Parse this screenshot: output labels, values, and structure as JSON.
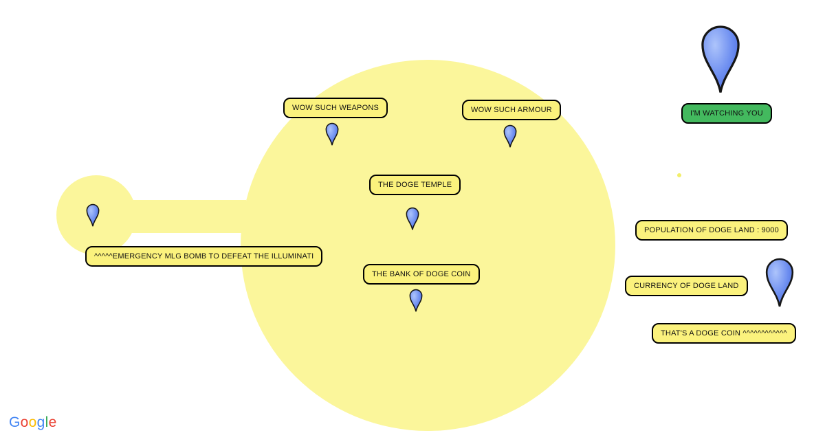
{
  "colors": {
    "shape_yellow": "#FBF69B",
    "label_yellow_bg": "#FBF27D",
    "label_green_bg": "#43B95E",
    "label_border": "#000000",
    "pin_blue": "#6C8DF0",
    "pin_blue_dark": "#3D5ED6",
    "pin_highlight": "#ADC4FB"
  },
  "map": {
    "labels": [
      {
        "text": "WOW SUCH WEAPONS"
      },
      {
        "text": "WOW SUCH ARMOUR"
      },
      {
        "text": "THE DOGE TEMPLE"
      },
      {
        "text": "THE BANK OF DOGE COIN"
      },
      {
        "text": "^^^^^EMERGENCY MLG BOMB TO DEFEAT THE ILLUMINATI"
      },
      {
        "text": "POPULATION OF DOGE LAND : 9000"
      },
      {
        "text": "CURRENCY OF DOGE LAND"
      },
      {
        "text": "THAT'S A DOGE COIN ^^^^^^^^^^^^"
      },
      {
        "text": "I'M WATCHING YOU"
      }
    ],
    "attribution": {
      "letters": [
        {
          "char": "G",
          "color": "#4285F4"
        },
        {
          "char": "o",
          "color": "#EA4335"
        },
        {
          "char": "o",
          "color": "#FBBC05"
        },
        {
          "char": "g",
          "color": "#4285F4"
        },
        {
          "char": "l",
          "color": "#34A853"
        },
        {
          "char": "e",
          "color": "#EA4335"
        }
      ]
    }
  }
}
